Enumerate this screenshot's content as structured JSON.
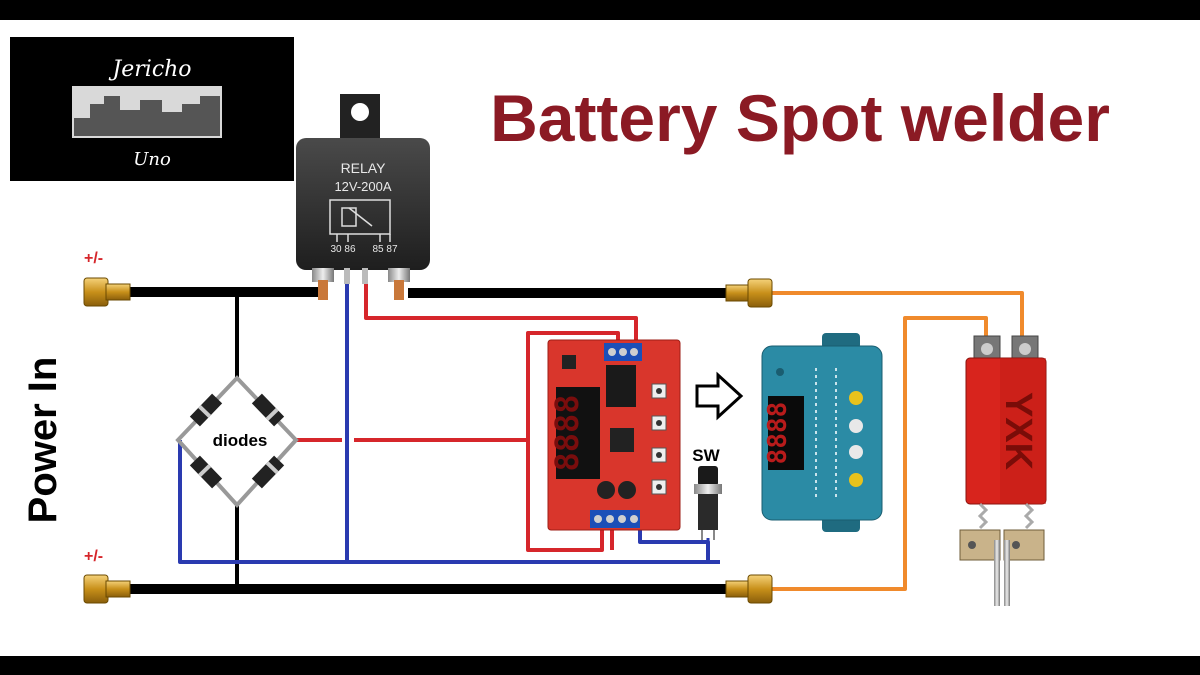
{
  "title": "Battery Spot welder",
  "logo": {
    "top_text": "Jericho",
    "bottom_text": "Uno"
  },
  "side_label": "Power In",
  "terminals": {
    "top_polarity": "+/-",
    "bottom_polarity": "+/-"
  },
  "relay": {
    "line1": "RELAY",
    "line2": "12V-200A",
    "pins_left": "30 86",
    "pins_right": "85 87"
  },
  "diodes_label": "diodes",
  "switch_label": "SW",
  "display_digits": "8888",
  "handpiece_text": "YXK",
  "colors": {
    "title": "#8b1a24",
    "wire_black": "#000000",
    "wire_red": "#d6262b",
    "wire_blue": "#2a3ab0",
    "wire_orange": "#f08a2c",
    "board_red": "#d9362c",
    "module_blue": "#2b8ba5",
    "handpiece_red": "#d8241d",
    "brass": "#d4a017"
  },
  "icons": [
    "arrow-right-icon",
    "relay-coil-icon"
  ]
}
